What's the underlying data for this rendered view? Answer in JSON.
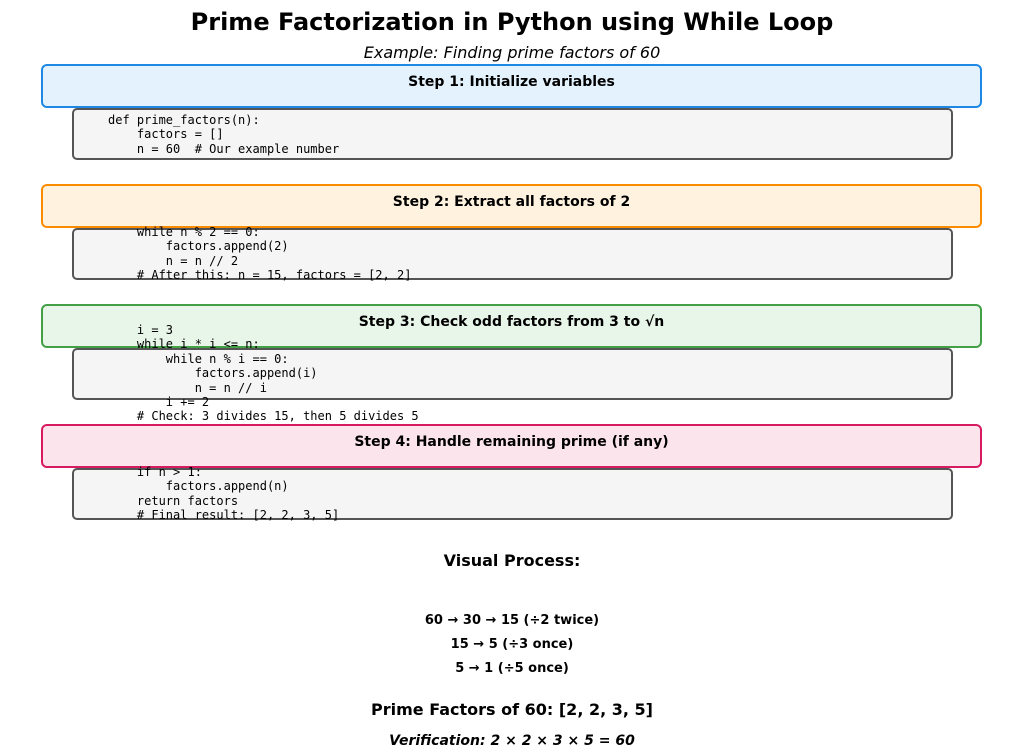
{
  "title": "Prime Factorization in Python using While Loop",
  "subtitle": "Example: Finding prime factors of 60",
  "steps": [
    {
      "header": "Step 1: Initialize variables",
      "border_color": "#1e88e5",
      "fill_color": "#e3f2fd",
      "code": "def prime_factors(n):\n    factors = []\n    n = 60  # Our example number"
    },
    {
      "header": "Step 2: Extract all factors of 2",
      "border_color": "#fb8c00",
      "fill_color": "#fff3e0",
      "code": "    while n % 2 == 0:\n        factors.append(2)\n        n = n // 2\n    # After this: n = 15, factors = [2, 2]"
    },
    {
      "header": "Step 3: Check odd factors from 3 to √n",
      "border_color": "#43a047",
      "fill_color": "#e8f5e9",
      "code": "    i = 3\n    while i * i <= n:\n        while n % i == 0:\n            factors.append(i)\n            n = n // i\n        i += 2\n    # Check: 3 divides 15, then 5 divides 5"
    },
    {
      "header": "Step 4: Handle remaining prime (if any)",
      "border_color": "#d81b60",
      "fill_color": "#fce4ec",
      "code": "    if n > 1:\n        factors.append(n)\n    return factors\n    # Final result: [2, 2, 3, 5]"
    }
  ],
  "visual_process": {
    "heading": "Visual Process:",
    "lines": [
      "60 → 30 → 15 (÷2 twice)",
      "15 → 5 (÷3 once)",
      "5 → 1 (÷5 once)"
    ]
  },
  "result": "Prime Factors of 60: [2, 2, 3, 5]",
  "verification": "Verification: 2 × 2 × 3 × 5 = 60"
}
